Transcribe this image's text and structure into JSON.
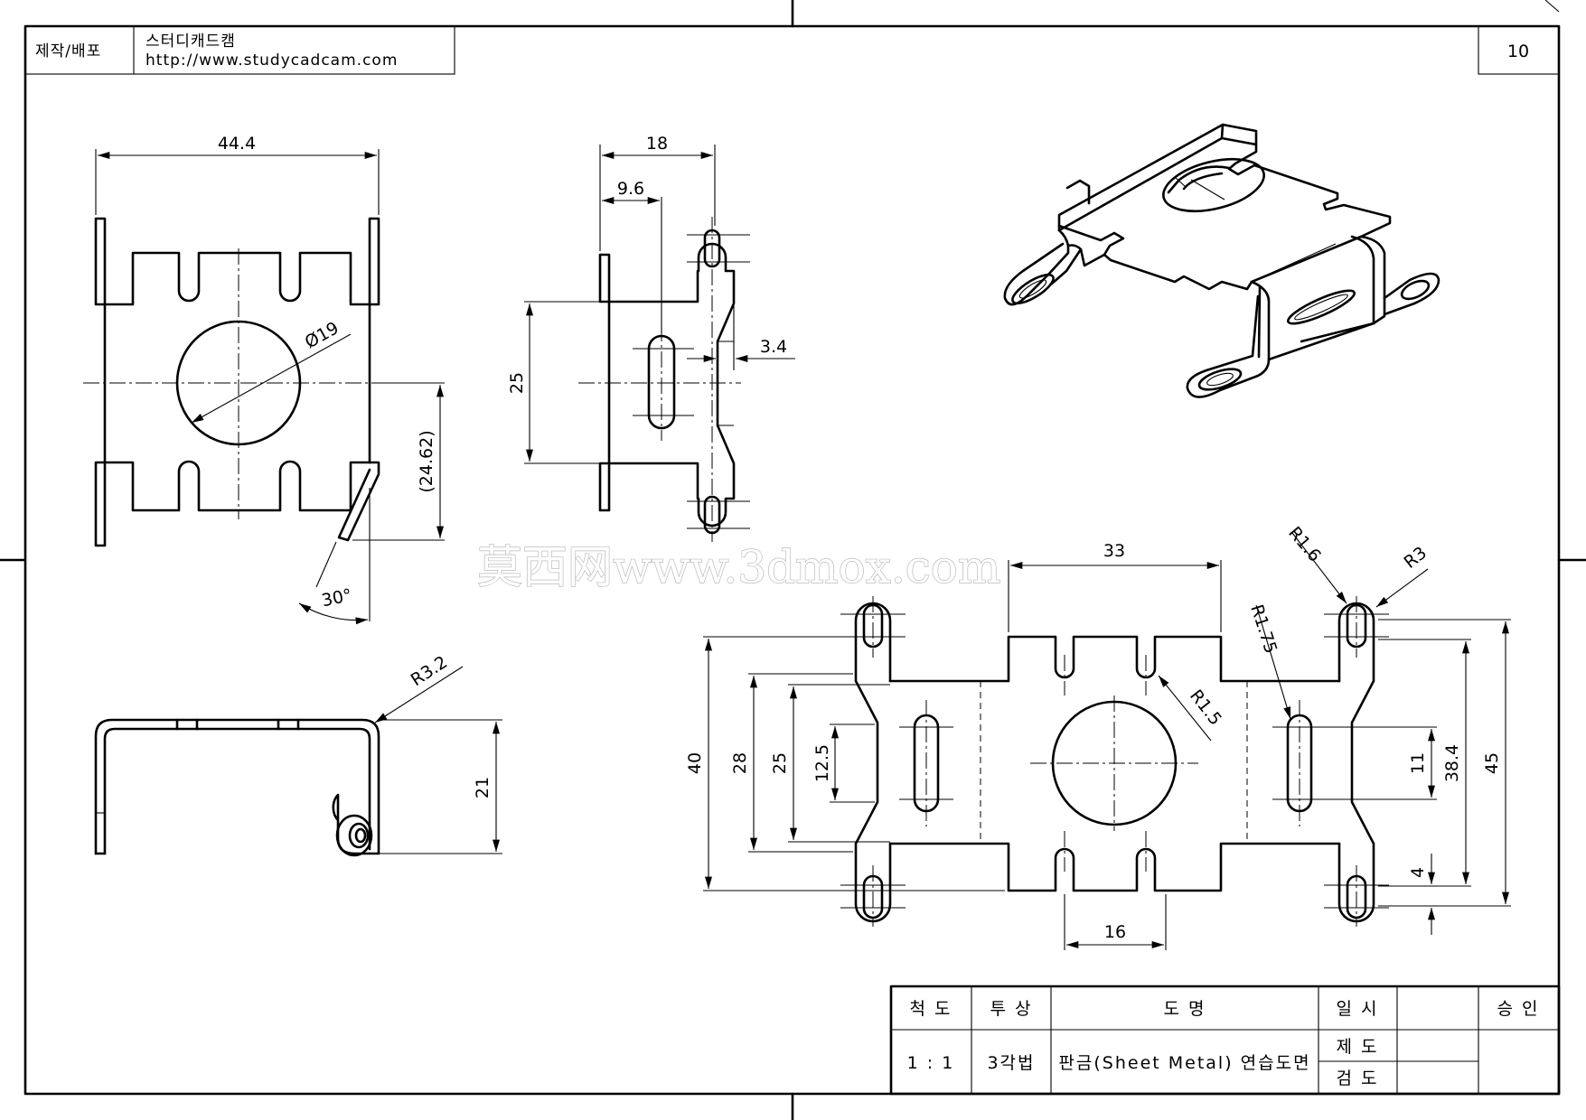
{
  "header": {
    "producer_label": "제작/배포",
    "site_name": "스터디캐드캠",
    "site_url": "http://www.studycadcam.com",
    "sheet_number": "10"
  },
  "watermark": "莫西网www.3dmox.com",
  "front_view": {
    "width": "44.4",
    "hole_dia": "Ø19",
    "bend_height": "(24.62)",
    "angle": "30°"
  },
  "side_view": {
    "width": "18",
    "offset": "9.6",
    "height": "25",
    "step": "3.4"
  },
  "bottom_view": {
    "radius": "R3.2",
    "height": "21"
  },
  "flat_pattern": {
    "top_width": "33",
    "r_small": "R1.6",
    "r_tab": "R3",
    "r_slot": "R1.75",
    "r_notch": "R1.5",
    "h40": "40",
    "h28": "28",
    "h25": "25",
    "h12_5": "12.5",
    "h11": "11",
    "h38_4": "38.4",
    "h45": "45",
    "h4": "4",
    "w16": "16"
  },
  "title_block": {
    "scale_label": "척 도",
    "projection_label": "투 상",
    "title_label": "도 명",
    "date_label": "일 시",
    "approval_label": "승 인",
    "scale_value": "1 : 1",
    "projection_value": "3각법",
    "title_value": "판금(Sheet Metal) 연습도면",
    "drawn_label": "제 도",
    "checked_label": "검 도"
  }
}
